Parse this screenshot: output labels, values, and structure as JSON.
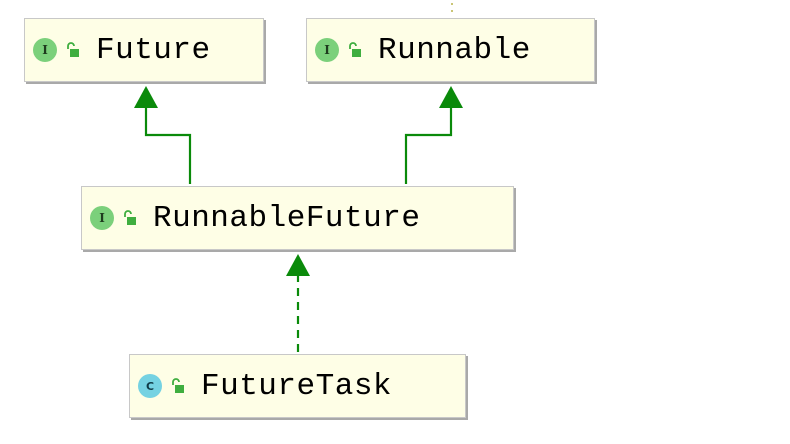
{
  "diagram": {
    "nodes": [
      {
        "id": "future",
        "label": "Future",
        "kind": "interface",
        "badge": "I"
      },
      {
        "id": "runnable",
        "label": "Runnable",
        "kind": "interface",
        "badge": "I"
      },
      {
        "id": "runnable_future",
        "label": "RunnableFuture",
        "kind": "interface",
        "badge": "I"
      },
      {
        "id": "future_task",
        "label": "FutureTask",
        "kind": "class",
        "badge": "C"
      }
    ],
    "edges": [
      {
        "from": "runnable_future",
        "to": "future",
        "style": "solid",
        "relation": "extends"
      },
      {
        "from": "runnable_future",
        "to": "runnable",
        "style": "solid",
        "relation": "extends"
      },
      {
        "from": "future_task",
        "to": "runnable_future",
        "style": "dashed",
        "relation": "implements"
      }
    ]
  },
  "colors": {
    "edge": "#0a8a0a",
    "node_fill": "#fefee6",
    "node_border": "#c8c8c8",
    "interface_badge": "#7bd07b",
    "class_badge": "#75d2e2",
    "lock": "#3fae3f"
  },
  "icons": {
    "visibility": "unlocked-padlock-icon"
  }
}
